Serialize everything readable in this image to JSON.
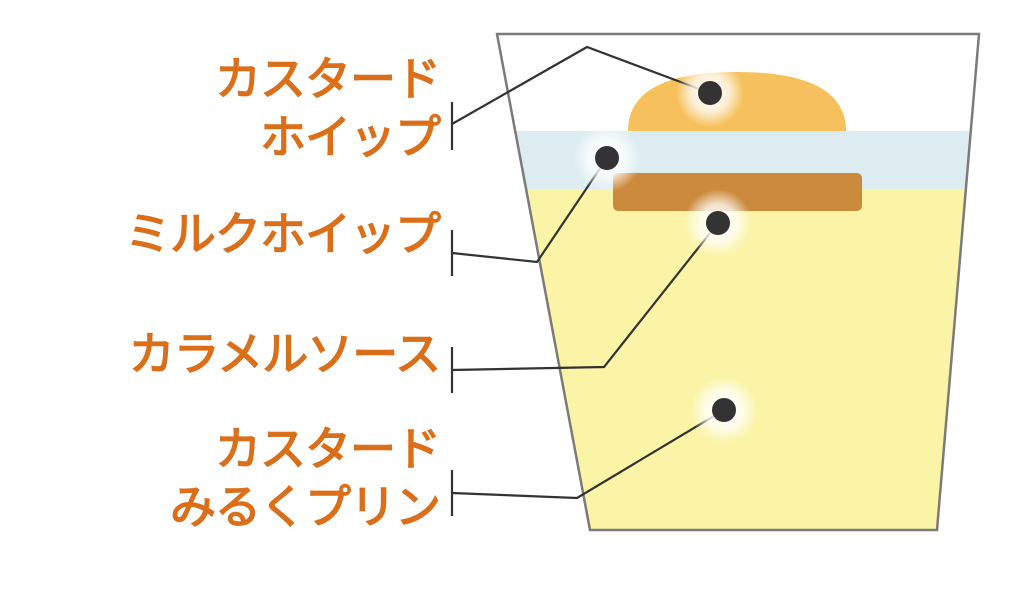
{
  "labels": {
    "custard_whip": [
      "カスタード",
      "ホイップ"
    ],
    "milk_whip": [
      "ミルクホイップ"
    ],
    "caramel_sauce": [
      "カラメルソース"
    ],
    "custard_pudding": [
      "カスタード",
      "みるくプリン"
    ]
  },
  "colors": {
    "label_text": "#db6e19",
    "cup_outline": "#7b7b7b",
    "custard_whip_dome": "#f6c15c",
    "milk_whip_layer": "#dcecf0",
    "caramel_layer": "#cc8a3c",
    "pudding_fill": "#fbf4a6",
    "leader_line": "#333333",
    "marker_dot": "#333333"
  }
}
